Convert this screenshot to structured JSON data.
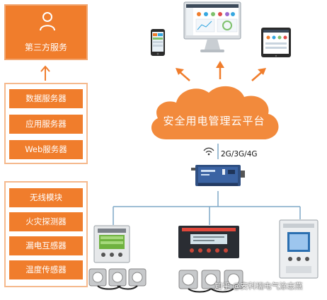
{
  "third_party": {
    "label": "第三方服务"
  },
  "servers": [
    "数据服务器",
    "应用服务器",
    "Web服务器"
  ],
  "sensors": [
    "无线模块",
    "火灾探测器",
    "漏电互感器",
    "温度传感器"
  ],
  "cloud": {
    "label": "安全用电管理云平台"
  },
  "network": {
    "label": "2G/3G/4G"
  },
  "watermark": "知乎 @安科瑞电气涂志燕",
  "colors": {
    "accent": "#f07d2c",
    "border": "#f5b98d",
    "line": "#7fa9c7"
  }
}
